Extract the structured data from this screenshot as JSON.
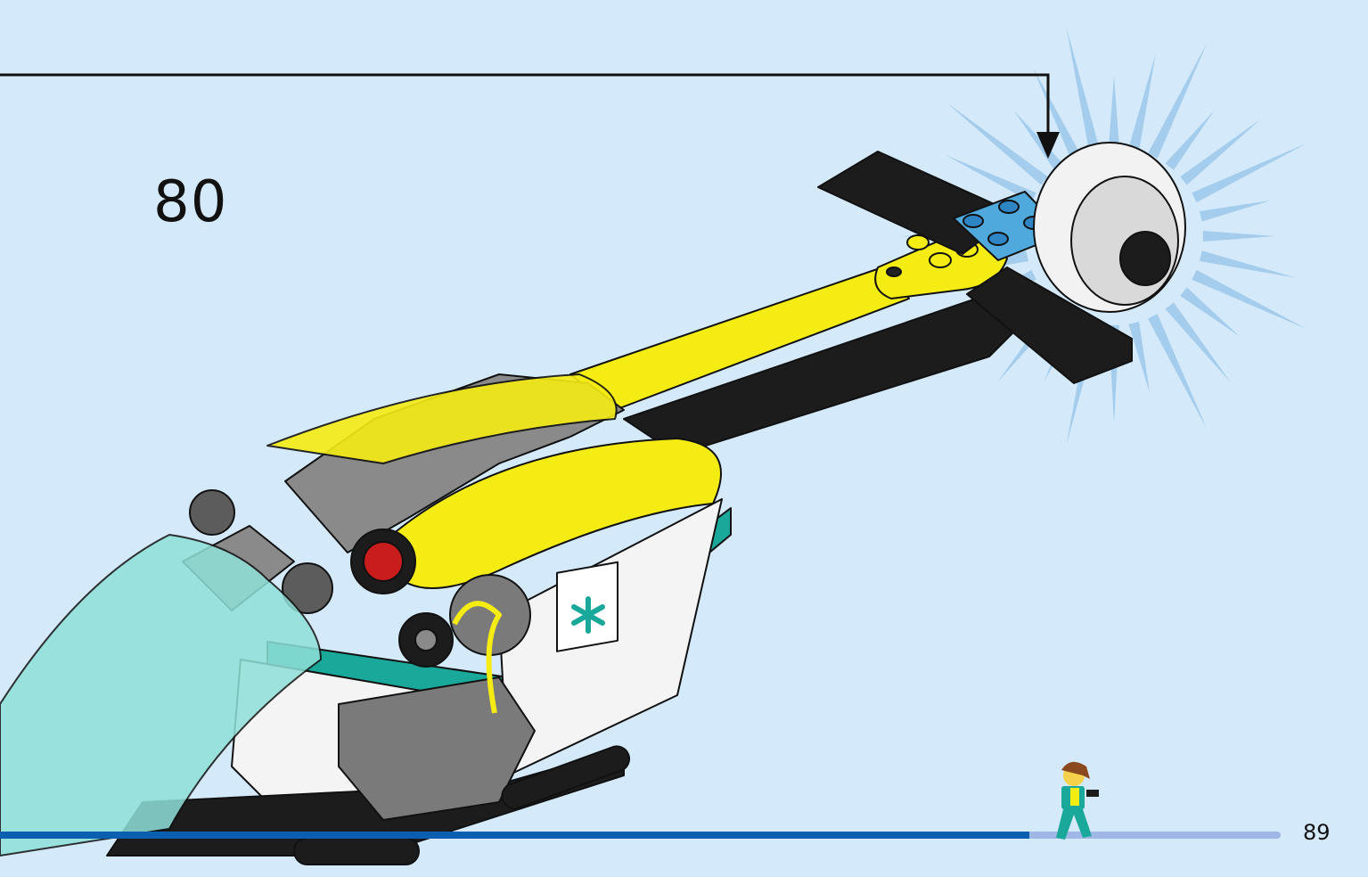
{
  "step": {
    "number": "80"
  },
  "page": {
    "number": "89"
  },
  "progress": {
    "fraction": 0.81
  },
  "colors": {
    "background": "#d4e9f9",
    "progress_done": "#0b5fb0",
    "progress_remaining": "#9fb7e4",
    "yellow": "#f5ec14",
    "black": "#1c1c1c",
    "teal": "#1aa89a",
    "glass": "#8fe0d8",
    "grey": "#8a8a8a",
    "trans_blue": "#4fa9dc",
    "burst": "#9cc8ea"
  },
  "icons": [
    "callout-arrow",
    "highlight-burst",
    "helicopter-model",
    "medical-star-icon",
    "minifigure-progress-marker"
  ]
}
